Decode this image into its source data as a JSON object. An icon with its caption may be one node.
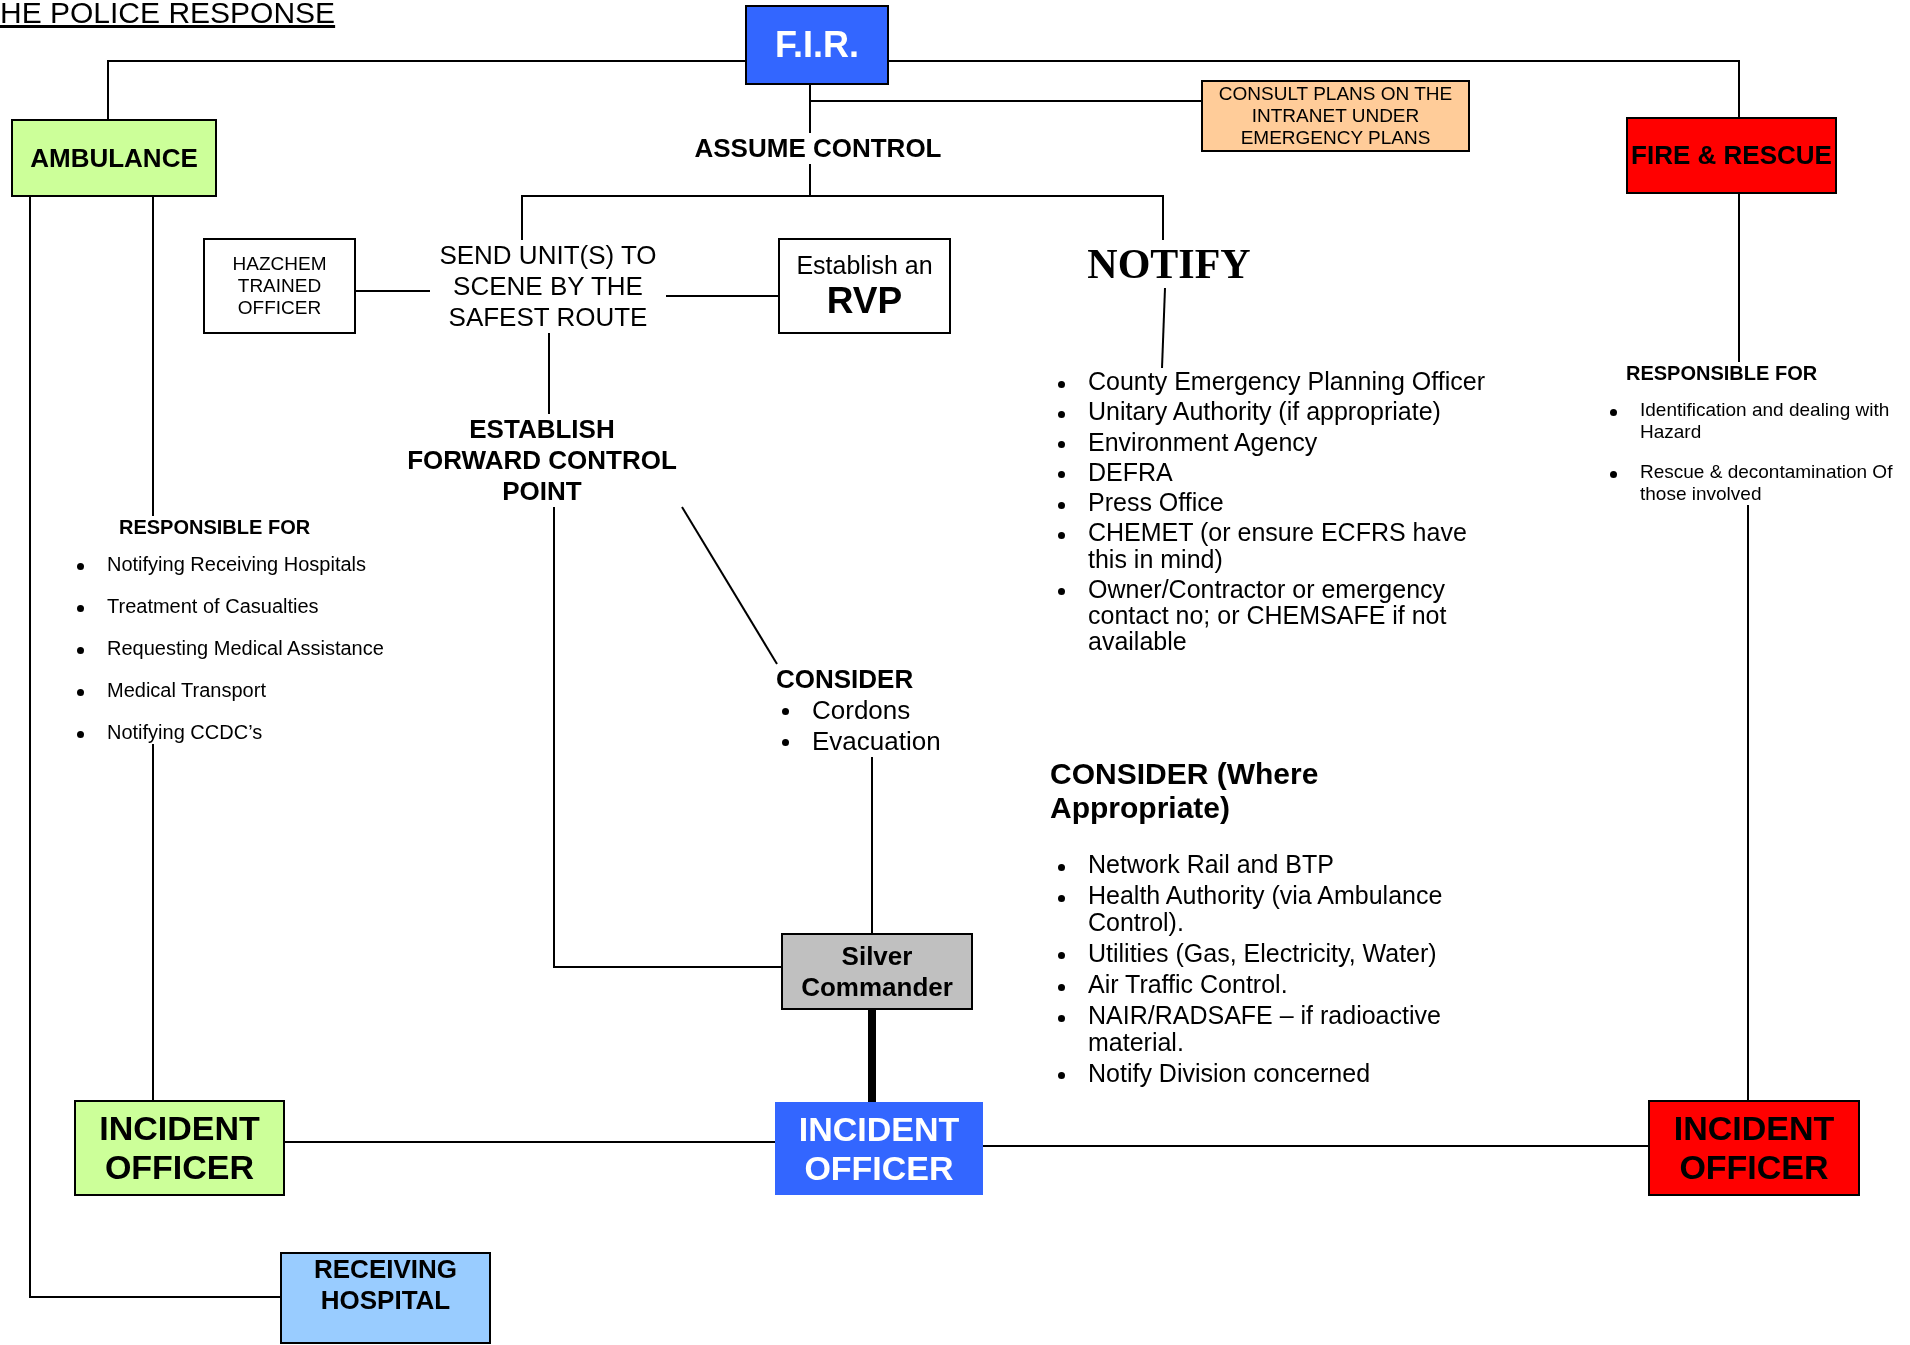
{
  "diagram": {
    "title": "HE POLICE RESPONSE",
    "nodes": [
      {
        "text": [
          "F.I.R."
        ]
      },
      {
        "text": [
          "AMBULANCE"
        ]
      },
      {
        "text": [
          "ASSUME CONTROL"
        ]
      },
      {
        "text": [
          "CONSULT PLANS ON THE INTRANET UNDER EMERGENCY PLANS"
        ]
      },
      {
        "text": [
          "FIRE & RESCUE"
        ]
      },
      {
        "text": [
          "HAZCHEM TRAINED OFFICER"
        ]
      },
      {
        "text": [
          "SEND UNIT(S) TO SCENE BY THE SAFEST  ROUTE"
        ]
      },
      {
        "text": [
          "Establish an",
          "RVP"
        ]
      },
      {
        "text": [
          "NOTIFY"
        ]
      },
      {
        "text": [
          "County Emergency Planning Officer",
          "Unitary Authority (if appropriate)",
          "Environment Agency",
          "DEFRA",
          "Press Office",
          "CHEMET (or ensure ECFRS have this in mind)",
          "Owner/Contractor or emergency contact no; or CHEMSAFE if not available"
        ]
      },
      {
        "text": [
          "RESPONSIBLE FOR",
          "Notifying Receiving Hospitals",
          "Treatment of Casualties",
          "Requesting Medical Assistance",
          "Medical Transport",
          "Notifying CCDC’s"
        ]
      },
      {
        "text": [
          "ESTABLISH FORWARD CONTROL POINT"
        ]
      },
      {
        "text": [
          "CONSIDER",
          "Cordons",
          "Evacuation"
        ]
      },
      {
        "text": [
          "RESPONSIBLE FOR",
          "Identification and dealing with Hazard",
          "Rescue & decontamination Of those involved"
        ]
      },
      {
        "text": [
          "Silver Commander"
        ]
      },
      {
        "text": [
          "INCIDENT OFFICER"
        ]
      },
      {
        "text": [
          "INCIDENT OFFICER"
        ]
      },
      {
        "text": [
          "INCIDENT OFFICER"
        ]
      },
      {
        "text": [
          "RECEIVING HOSPITAL"
        ]
      }
    ],
    "edges": [
      {
        "from": 0,
        "to": 1,
        "arrow": "none"
      },
      {
        "from": 0,
        "to": 4,
        "arrow": "none"
      },
      {
        "from": 0,
        "to": 3,
        "arrow": "none"
      },
      {
        "from": 0,
        "to": 2,
        "arrow": "none"
      },
      {
        "from": 2,
        "to": 6,
        "arrow": "none"
      },
      {
        "from": 2,
        "to": 8,
        "arrow": "none"
      },
      {
        "from": 5,
        "to": 6,
        "arrow": "none"
      },
      {
        "from": 6,
        "to": 7,
        "arrow": "none"
      },
      {
        "from": 6,
        "to": 11,
        "arrow": "none"
      },
      {
        "from": 8,
        "to": 9,
        "arrow": "none"
      },
      {
        "from": 11,
        "to": 12,
        "arrow": "none"
      },
      {
        "from": 11,
        "to": 14,
        "arrow": "none"
      },
      {
        "from": 12,
        "to": 14,
        "arrow": "none"
      },
      {
        "from": 14,
        "to": 16,
        "arrow": "none",
        "style": "thick"
      },
      {
        "from": 1,
        "to": 10,
        "arrow": "none"
      },
      {
        "from": 10,
        "to": 15,
        "arrow": "none"
      },
      {
        "from": 15,
        "to": 16,
        "arrow": "none"
      },
      {
        "from": 16,
        "to": 17,
        "arrow": "none"
      },
      {
        "from": 4,
        "to": 13,
        "arrow": "none"
      },
      {
        "from": 13,
        "to": 17,
        "arrow": "none"
      },
      {
        "from": 1,
        "to": 18,
        "arrow": "none"
      }
    ],
    "labels": [
      "CONSIDER (Where Appropriate)",
      "Network Rail and BTP",
      "Health Authority (via Ambulance Control).",
      "Utilities (Gas, Electricity, Water)",
      "Air Traffic Control.",
      "NAIR/RADSAFE – if radioactive material.",
      "Notify Division concerned"
    ]
  }
}
